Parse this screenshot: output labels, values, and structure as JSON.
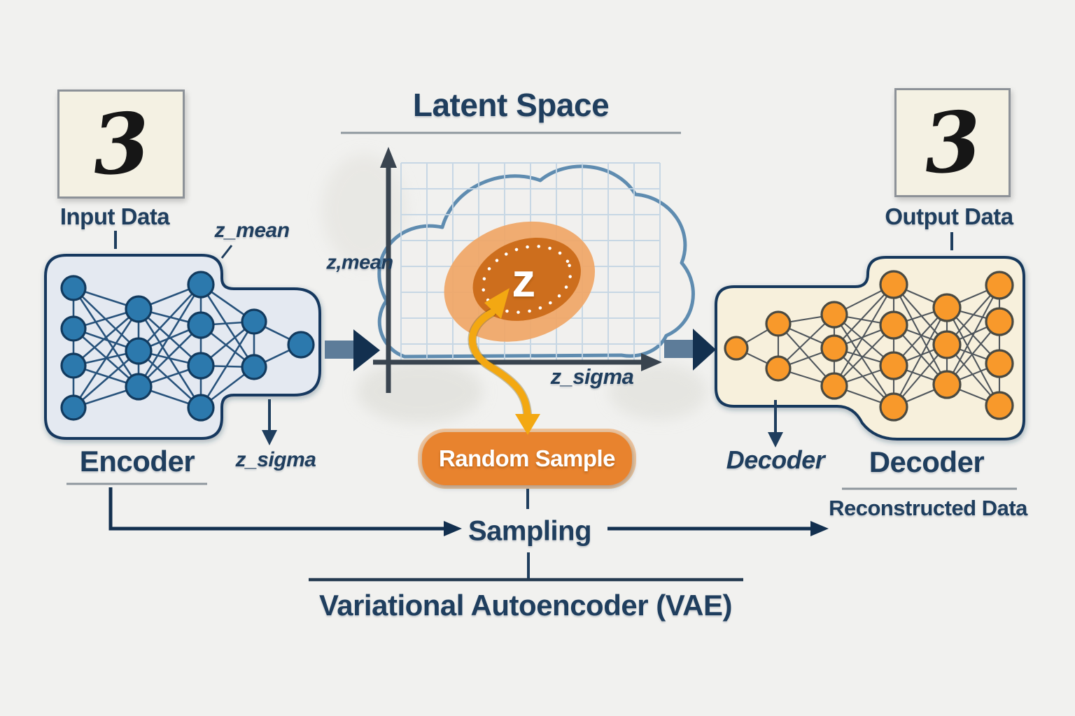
{
  "palette": {
    "bg": "#f1f1ef",
    "navy": "#1f3e5e",
    "gray_line": "#8e979e",
    "dark_line": "#243a50",
    "axis": "#39444f",
    "arrow_shaft": "#5d7c99",
    "arrow_head": "#13304f",
    "encoder_body": "#e4e9f1",
    "encoder_border": "#17395e",
    "encoder_node": "#2c79ad",
    "encoder_node_border": "#123a5e",
    "encoder_edge": "#1d4a75",
    "decoder_body": "#f7f0dc",
    "decoder_border": "#17375c",
    "decoder_node": "#f8992b",
    "decoder_node_border": "#4a4a42",
    "decoder_edge": "#474e56",
    "cloud_stroke": "#5f8cb0",
    "cloud_fill": "#f1f0ee",
    "grid": "#c3d5e4",
    "blob_halo": "#efa869",
    "blob_core": "#cd6e1d",
    "gold": "#f3a812",
    "badge": "#e8832d",
    "badge_glow": "#ef9a4b",
    "digit_box_bg": "#f4f1e3",
    "digit_box_border": "#8d9298"
  },
  "input": {
    "digit": "3",
    "label": "Input Data"
  },
  "output": {
    "digit": "3",
    "label": "Output Data"
  },
  "encoder": {
    "label": "Encoder",
    "layers": [
      4,
      3,
      4,
      2,
      1
    ],
    "z_mean_label": "z_mean",
    "z_sigma_label": "z_sigma"
  },
  "latent": {
    "title": "Latent Space",
    "y_axis_label": "z,mean",
    "x_axis_label": "z_sigma",
    "z_symbol": "z"
  },
  "sampling": {
    "random_sample_label": "Random Sample",
    "sampling_label": "Sampling"
  },
  "decoder": {
    "label_italic": "Decoder",
    "label_bold": "Decoder",
    "layers": [
      1,
      2,
      3,
      4,
      3,
      4
    ],
    "reconstructed_label": "Reconstructed Data"
  },
  "footer": {
    "title": "Variational Autoencoder (VAE)"
  }
}
